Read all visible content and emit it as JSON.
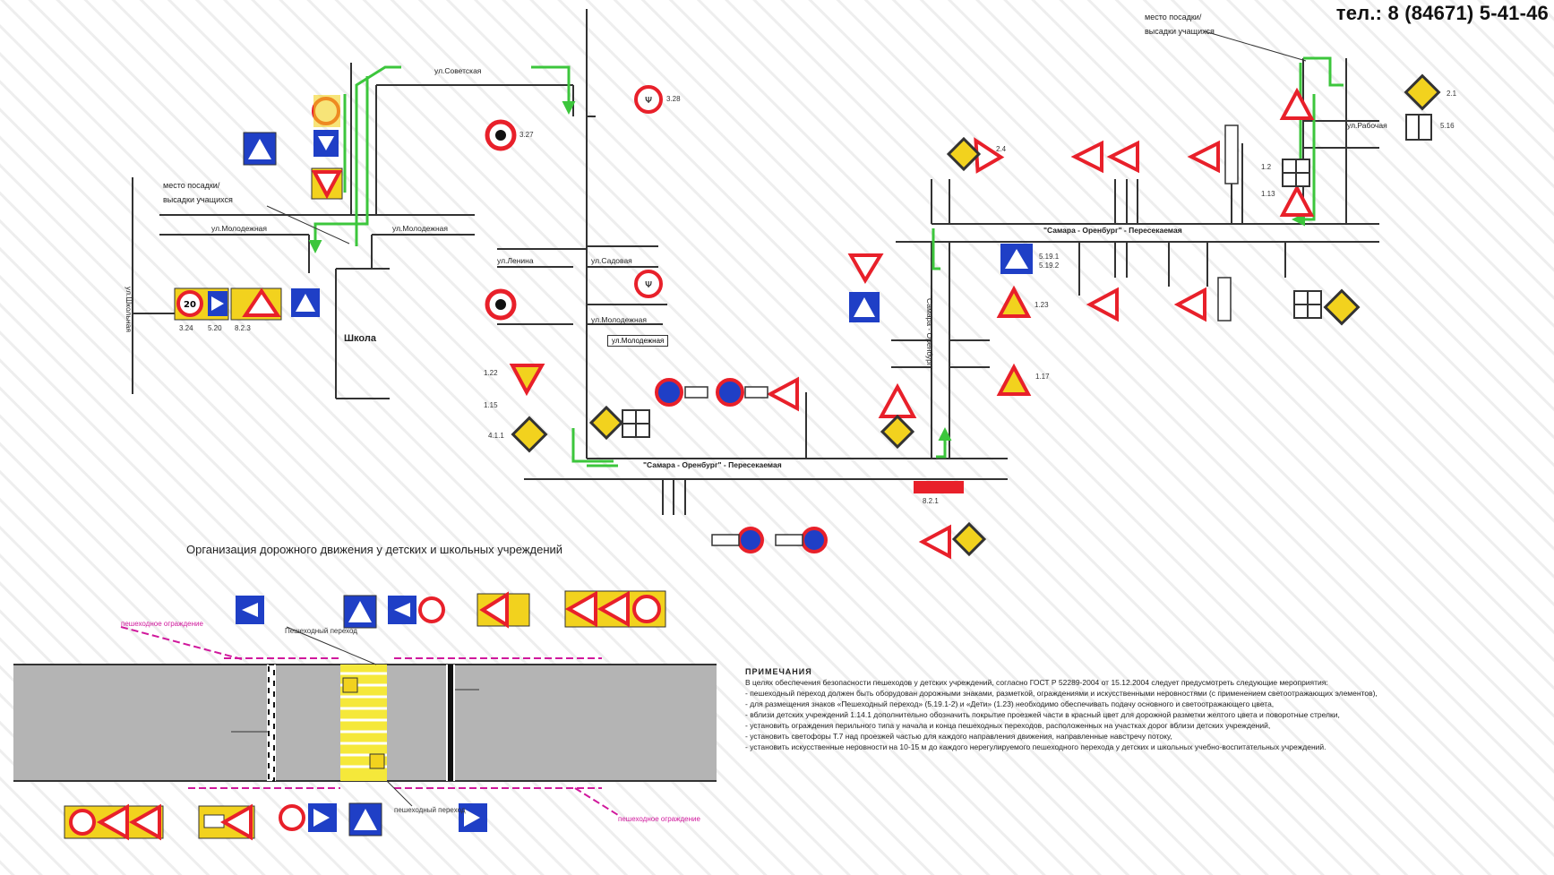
{
  "header": {
    "phone": "тел.: 8 (84671) 5-41-46"
  },
  "labels": {
    "stop_top_right_1": "место посадки/",
    "stop_top_right_2": "высадки учащихся",
    "stop_left_1": "место посадки/",
    "stop_left_2": "высадки учащихся",
    "school": "Школа",
    "street_rabochaya": "ул.Рабочая",
    "street_sovetskaya": "ул.Советская",
    "street_mira_1": "ул.Молодежная",
    "street_mira_2": "ул.Молодежная",
    "street_mira_3": "ул.Молодежная",
    "street_left_vertical": "ул.Школьная",
    "street_sadovaya": "ул.Садовая",
    "street_lenina": "ул.Ленина",
    "highway_bottom": "\"Самара - Оренбург\" - Пересекаемая",
    "highway_right": "\"Самара - Оренбург\" - Пересекаемая",
    "highway_vertical": "\"Самара - Оренбург\"",
    "box_center": "ул.Молодежная",
    "bottom_section_title": "Организация дорожного движения у детских и школьных учреждений",
    "crossing_label_1": "Пешеходный переход",
    "crossing_label_2": "пешеходный переход",
    "fence_label_1": "пешеходное ограждение",
    "fence_label_2": "пешеходное ограждение",
    "sign_codes": {
      "s1": "3.27",
      "s2": "3.28",
      "s3": "1.23",
      "s4": "5.19.1",
      "s5": "5.19.2",
      "s6": "2.1",
      "s7": "2.4",
      "s8": "1.17",
      "s9": "5.16",
      "s10": "8.2.1",
      "s11": "1.2",
      "s12": "1.13",
      "s13": "1.22",
      "s14": "1.15",
      "s15": "3.24",
      "s16": "5.20",
      "s17": "8.2.3",
      "s18": "4.1.1"
    }
  },
  "notes": {
    "title": "ПРИМЕЧАНИЯ",
    "lines": [
      "В целях обеспечения безопасности пешеходов у детских учреждений, согласно ГОСТ Р 52289-2004 от 15.12.2004 следует предусмотреть следующие мероприятия:",
      "- пешеходный переход должен быть оборудован дорожными знаками, разметкой, ограждениями и искусственными неровностями (с применением светоотражающих элементов),",
      "- для размещения знаков «Пешеходный переход» (5.19.1-2) и «Дети» (1.23) необходимо обеспечивать подачу основного и светоотражающего цвета,",
      "- вблизи детских учреждений 1.14.1 дополнительно обозначить покрытие проезжей части в красный цвет для дорожной разметки желтого цвета и поворотные стрелки,",
      "- установить ограждения перильного типа у начала и конца пешеходных переходов, расположенных на участках дорог вблизи детских учреждений,",
      "- установить светофоры Т.7 над проезжей частью для каждого направления движения, направленные навстречу потоку,",
      "- установить искусственные неровности на 10-15 м до каждого нерегулируемого пешеходного перехода у детских и школьных учебно-воспитательных учреждений."
    ]
  },
  "colors": {
    "road_line": "#333333",
    "green_route": "#3cc63c",
    "sign_red": "#e8202a",
    "sign_blue": "#1f3fc6",
    "sign_yellow": "#f2d21e",
    "zebra": "#f5e83a",
    "road_gray": "#b4b4b4",
    "magenta_fence": "#d0189c"
  }
}
